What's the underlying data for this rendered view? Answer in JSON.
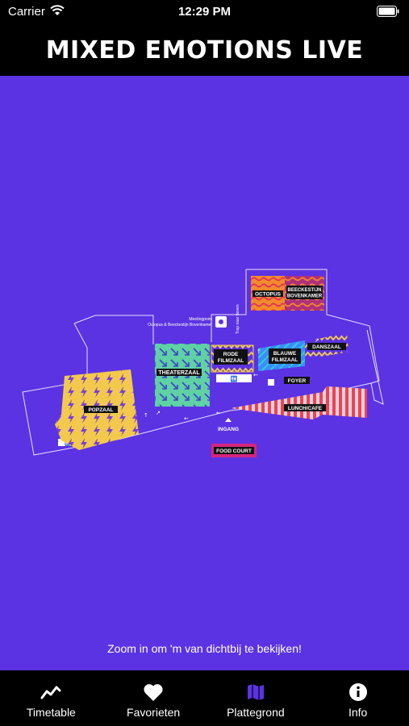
{
  "status_bar": {
    "carrier": "Carrier",
    "time": "12:29 PM"
  },
  "header": {
    "title": "MIXED EMOTIONS LIVE"
  },
  "map": {
    "background_color": "#5c33e2",
    "labels": {
      "octopus": "OCTOPUS",
      "beeckestijn_line1": "BEECKESTIJN",
      "beeckestijn_line2": "BOVENKAMER",
      "meetingpoint_line1": "Meetingpoint",
      "meetingpoint_line2": "Octopus & Beeckestijn Bovenkamer",
      "trap": "Trap naar boven",
      "rode_line1": "RODE",
      "rode_line2": "FILMZAAL",
      "blauwe_line1": "BLAUWE",
      "blauwe_line2": "FILMZAAL",
      "danszaal": "DANSZAAL",
      "theaterzaal": "THEATERZAAL",
      "foyer": "FOYER",
      "popzaal": "POPZAAL",
      "lunch": "LUNCH/CAFE",
      "ingang": "INGANG",
      "food_court": "FOOD COURT"
    }
  },
  "hint": "Zoom in om 'm van dichtbij te bekijken!",
  "tabs": [
    {
      "label": "Timetable",
      "icon": "chart-line-icon"
    },
    {
      "label": "Favorieten",
      "icon": "heart-icon"
    },
    {
      "label": "Plattegrond",
      "icon": "map-icon",
      "active": true
    },
    {
      "label": "Info",
      "icon": "info-icon"
    }
  ],
  "colors": {
    "active_tab": "#5c33e2",
    "theaterzaal": "#5fd1a4",
    "popzaal": "#f2c94c",
    "octopus": "#f28b2b",
    "beeckestijn": "#b0307a",
    "lunch": "#e8445a",
    "food_court": "#d4267d"
  }
}
